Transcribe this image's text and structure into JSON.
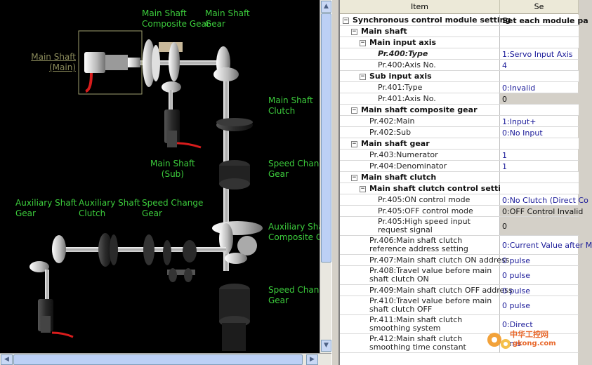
{
  "diagram": {
    "labels": {
      "main_shaft_main": [
        "Main Shaft",
        "(Main)"
      ],
      "main_shaft_composite_gear": [
        "Main Shaft",
        "Composite Gear"
      ],
      "main_shaft_gear": [
        "Main Shaft",
        "Gear"
      ],
      "main_shaft_clutch": [
        "Main Shaft",
        "Clutch"
      ],
      "main_shaft_sub": [
        "Main Shaft",
        "(Sub)"
      ],
      "speed_change_gear_1": [
        "Speed Chang",
        "Gear"
      ],
      "auxiliary_shaft_gear": [
        "Auxiliary Shaft",
        "Gear"
      ],
      "auxiliary_shaft_clutch": [
        "Auxiliary Shaft",
        "Clutch"
      ],
      "speed_change_gear_aux": [
        "Speed Change",
        "Gear"
      ],
      "auxiliary_shaft_composite": [
        "Auxiliary Shaf",
        "Composite Ge"
      ],
      "speed_change_gear_2": [
        "Speed Chang",
        "Gear"
      ]
    },
    "colors": {
      "label": "#3ccc3c",
      "selected_label": "#8a8a5a"
    }
  },
  "grid": {
    "headers": {
      "item": "Item",
      "setting": "Se"
    },
    "rows": [
      {
        "label": "Synchronous control module setting",
        "value": "Set each module pa",
        "level": 0,
        "type": "group",
        "expander": "−"
      },
      {
        "label": "Main shaft",
        "value": "",
        "level": 1,
        "type": "group",
        "expander": "−"
      },
      {
        "label": "Main input axis",
        "value": "",
        "level": 2,
        "type": "group",
        "expander": "−"
      },
      {
        "label": "Pr.400:Type",
        "value": "1:Servo Input Axis",
        "level": 3,
        "type": "selected"
      },
      {
        "label": "Pr.400:Axis No.",
        "value": "4",
        "level": 3,
        "type": "item"
      },
      {
        "label": "Sub input axis",
        "value": "",
        "level": 2,
        "type": "group",
        "expander": "−"
      },
      {
        "label": "Pr.401:Type",
        "value": "0:Invalid",
        "level": 3,
        "type": "item"
      },
      {
        "label": "Pr.401:Axis No.",
        "value": "0",
        "level": 3,
        "type": "item",
        "disabled": true
      },
      {
        "label": "Main shaft composite gear",
        "value": "",
        "level": 1,
        "type": "group",
        "expander": "−"
      },
      {
        "label": "Pr.402:Main",
        "value": "1:Input+",
        "level": 2,
        "type": "item"
      },
      {
        "label": "Pr.402:Sub",
        "value": "0:No Input",
        "level": 2,
        "type": "item"
      },
      {
        "label": "Main shaft gear",
        "value": "",
        "level": 1,
        "type": "group",
        "expander": "−"
      },
      {
        "label": "Pr.403:Numerator",
        "value": "1",
        "level": 2,
        "type": "item"
      },
      {
        "label": "Pr.404:Denominator",
        "value": "1",
        "level": 2,
        "type": "item"
      },
      {
        "label": "Main shaft clutch",
        "value": "",
        "level": 1,
        "type": "group",
        "expander": "−"
      },
      {
        "label": "Main shaft clutch control setting",
        "value": "",
        "level": 2,
        "type": "group",
        "expander": "−"
      },
      {
        "label": "Pr.405:ON control mode",
        "value": "0:No Clutch (Direct Co",
        "level": 3,
        "type": "item"
      },
      {
        "label": "Pr.405:OFF control mode",
        "value": "0:OFF Control Invalid",
        "level": 3,
        "type": "item",
        "disabled": true
      },
      {
        "label": "Pr.405:High speed input request signal",
        "value": "0",
        "level": 3,
        "type": "item",
        "disabled": true,
        "tall": true
      },
      {
        "label": "Pr.406:Main shaft clutch reference address setting",
        "value": "0:Current Value after M",
        "level": 2,
        "type": "item",
        "tall": true
      },
      {
        "label": "Pr.407:Main shaft clutch ON address",
        "value": "0 pulse",
        "level": 2,
        "type": "item"
      },
      {
        "label": "Pr.408:Travel value before main shaft clutch ON",
        "value": "0 pulse",
        "level": 2,
        "type": "item",
        "tall": true
      },
      {
        "label": "Pr.409:Main shaft clutch OFF address",
        "value": "0 pulse",
        "level": 2,
        "type": "item"
      },
      {
        "label": "Pr.410:Travel value before main shaft clutch OFF",
        "value": "0 pulse",
        "level": 2,
        "type": "item",
        "tall": true
      },
      {
        "label": "Pr.411:Main shaft clutch smoothing system",
        "value": "0:Direct",
        "level": 2,
        "type": "item",
        "tall": true
      },
      {
        "label": "Pr.412:Main shaft clutch smoothing time constant",
        "value": "0 ms",
        "level": 2,
        "type": "item",
        "tall": true
      }
    ]
  },
  "watermark": {
    "line1": "中华工控网",
    "line2": "gkong.com"
  }
}
